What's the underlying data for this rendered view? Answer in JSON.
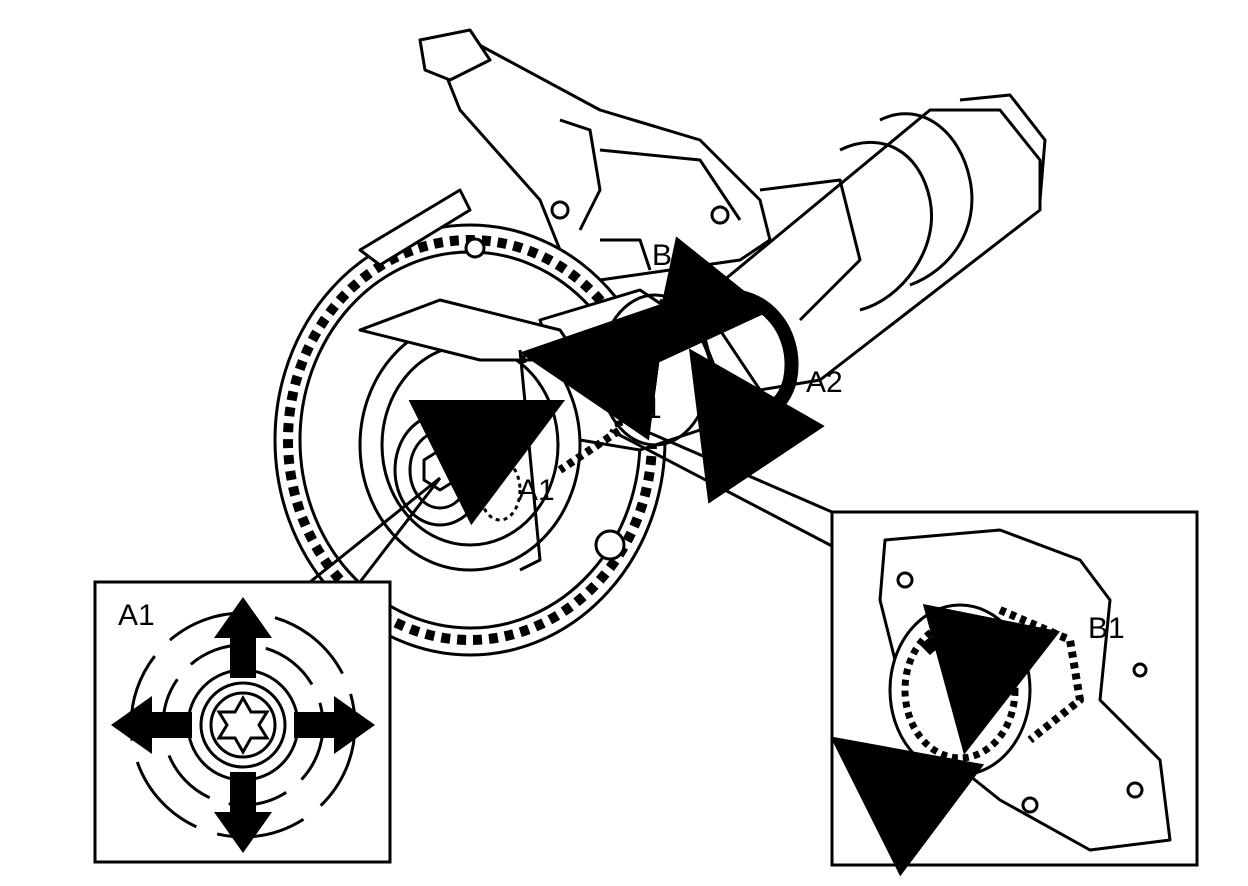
{
  "labels": {
    "b2": "B2",
    "a2": "A2",
    "b1_main": "B1",
    "a1_main": "A1",
    "a1_inset": "A1",
    "b1_inset": "B1"
  },
  "colors": {
    "line": "#000000",
    "background": "#ffffff"
  }
}
